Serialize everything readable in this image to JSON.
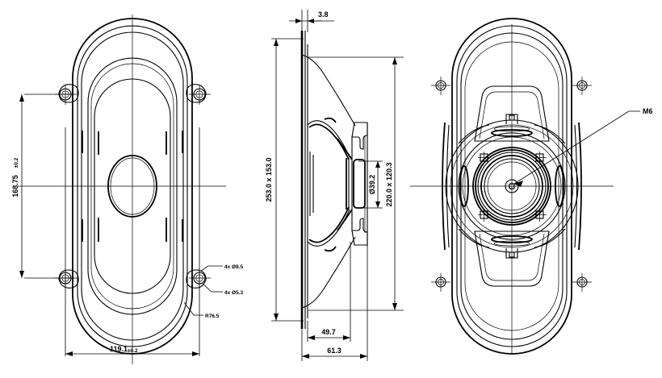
{
  "document": {
    "type": "engineering-drawing",
    "subject": "oval loudspeaker 6x9",
    "background_color": "#ffffff",
    "line_color": "#000000"
  },
  "views": {
    "front": {
      "name": "front-view",
      "dimensions": {
        "height_label": "168.75 ±0.2",
        "height_value": "168.75",
        "height_tolerance": "±0.2",
        "width_label": "119.1±0.2",
        "width_value": "119.1",
        "width_tolerance": "±0.2",
        "mount_hole_outer": "4x Ø8.5",
        "mount_hole_inner": "4x Ø5.3",
        "corner_radius": "R76.5"
      }
    },
    "side": {
      "name": "side-section-view",
      "dimensions": {
        "flange_thickness": "3.8",
        "overall_frame": "253.0 x 153.0",
        "pole_vent_diameter": "Ø39.2",
        "cone_opening": "220.0 x 120.3",
        "magnet_depth": "49.7",
        "total_depth": "61.3"
      }
    },
    "rear": {
      "name": "rear-view",
      "callouts": {
        "thread": "M6"
      }
    }
  },
  "labels": {
    "front_height": "168.75 ±0.2",
    "front_height_main": "168.75",
    "front_height_tol": "±0.2",
    "front_width_main": "119.1",
    "front_width_tol": "±0.2",
    "hole_outer": "4x Ø8.5",
    "hole_inner": "4x Ø5.3",
    "radius": "R76.5",
    "flange": "3.8",
    "frame_size": "253.0 x 153.0",
    "vent_dia": "Ø39.2",
    "cone_size": "220.0 x 120.3",
    "depth_inner": "49.7",
    "depth_outer": "61.3",
    "thread_m6": "M6"
  }
}
